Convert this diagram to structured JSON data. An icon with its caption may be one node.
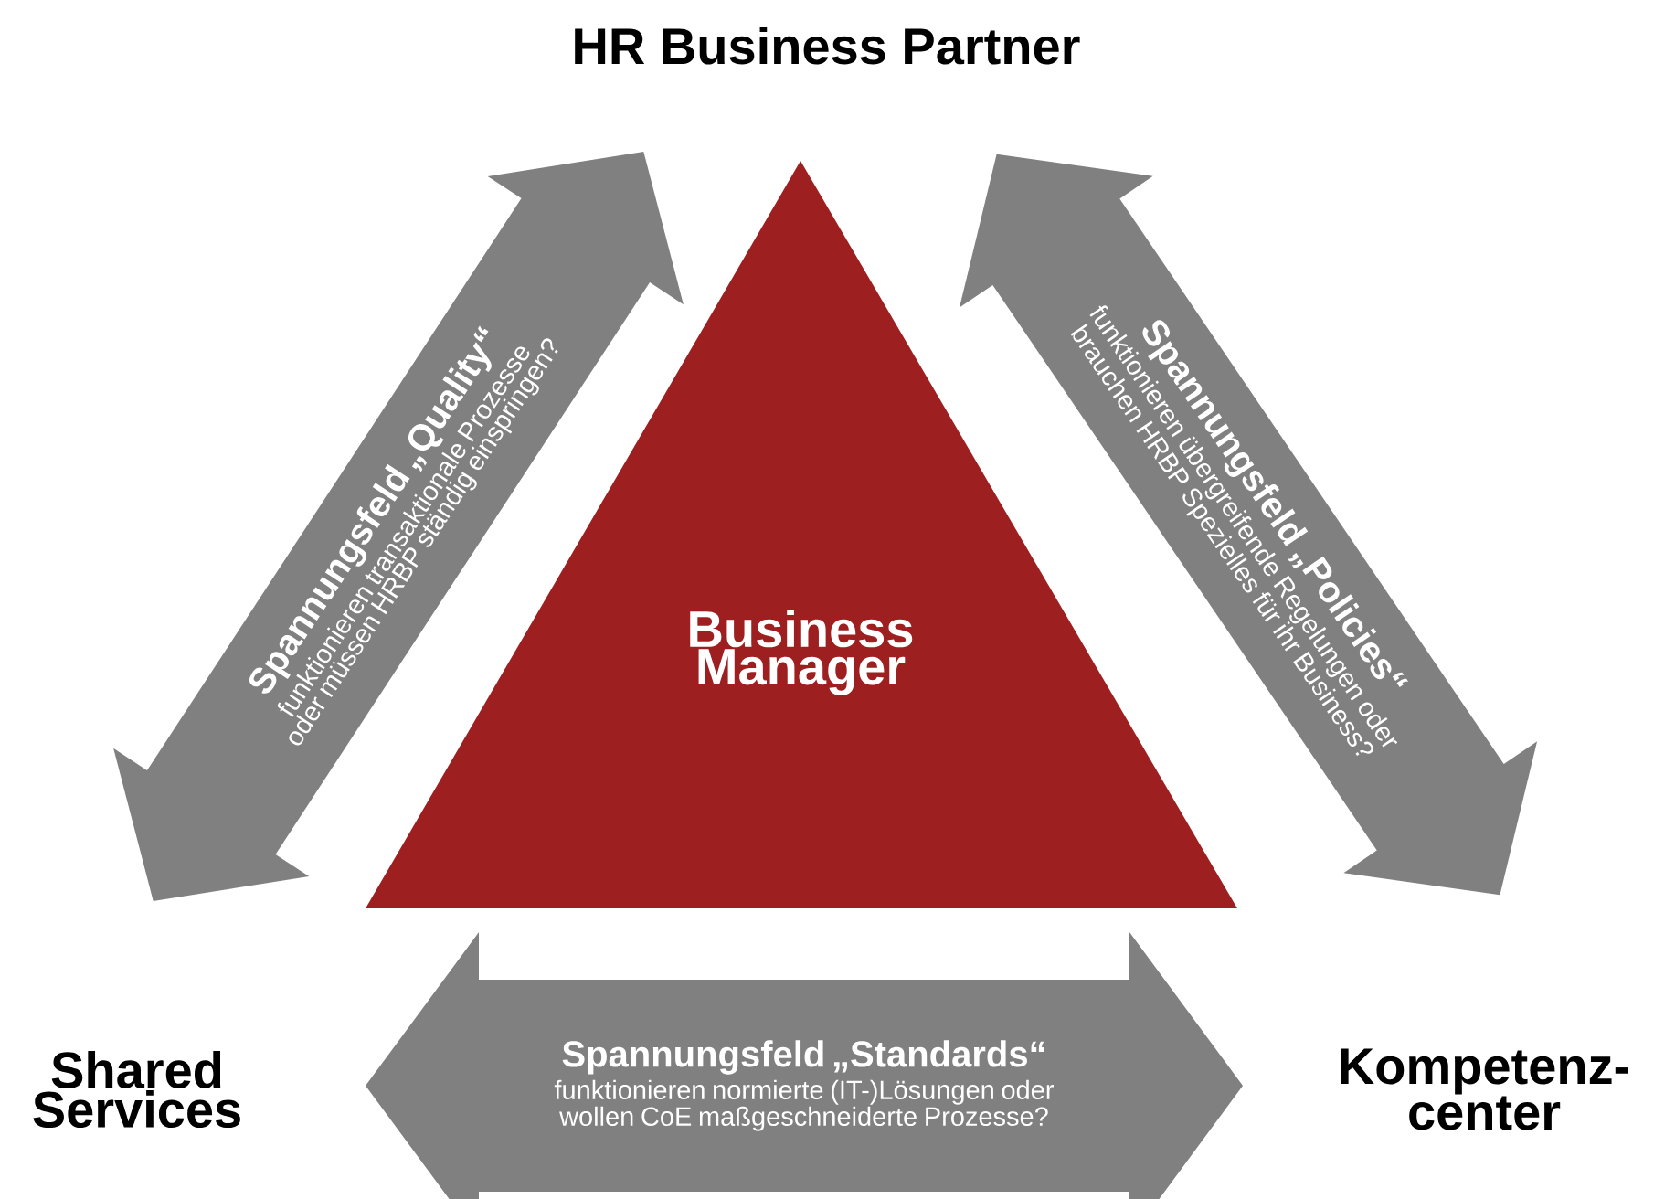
{
  "diagram": {
    "nodes": [
      {
        "text": [
          "HR Business Partner"
        ]
      },
      {
        "text": [
          "Spannungsfeld „Quality“",
          "funktionieren transaktionale Prozesse oder müssen HRBP ständig einspringen?"
        ]
      },
      {
        "text": [
          "Spannungsfeld „Policies“",
          "funktionieren übergreifende Regelungen oder brauchen HRBP Spezielles für ihr Business?"
        ]
      },
      {
        "text": [
          "Business Manager"
        ]
      },
      {
        "text": [
          "Shared Services"
        ]
      },
      {
        "text": [
          "Spannungsfeld „Standards“",
          "funktionieren normierte (IT-)Lösungen oder wollen CoE maßgeschneiderte Prozesse?"
        ]
      },
      {
        "text": [
          "Kompetenz-center"
        ]
      }
    ]
  }
}
